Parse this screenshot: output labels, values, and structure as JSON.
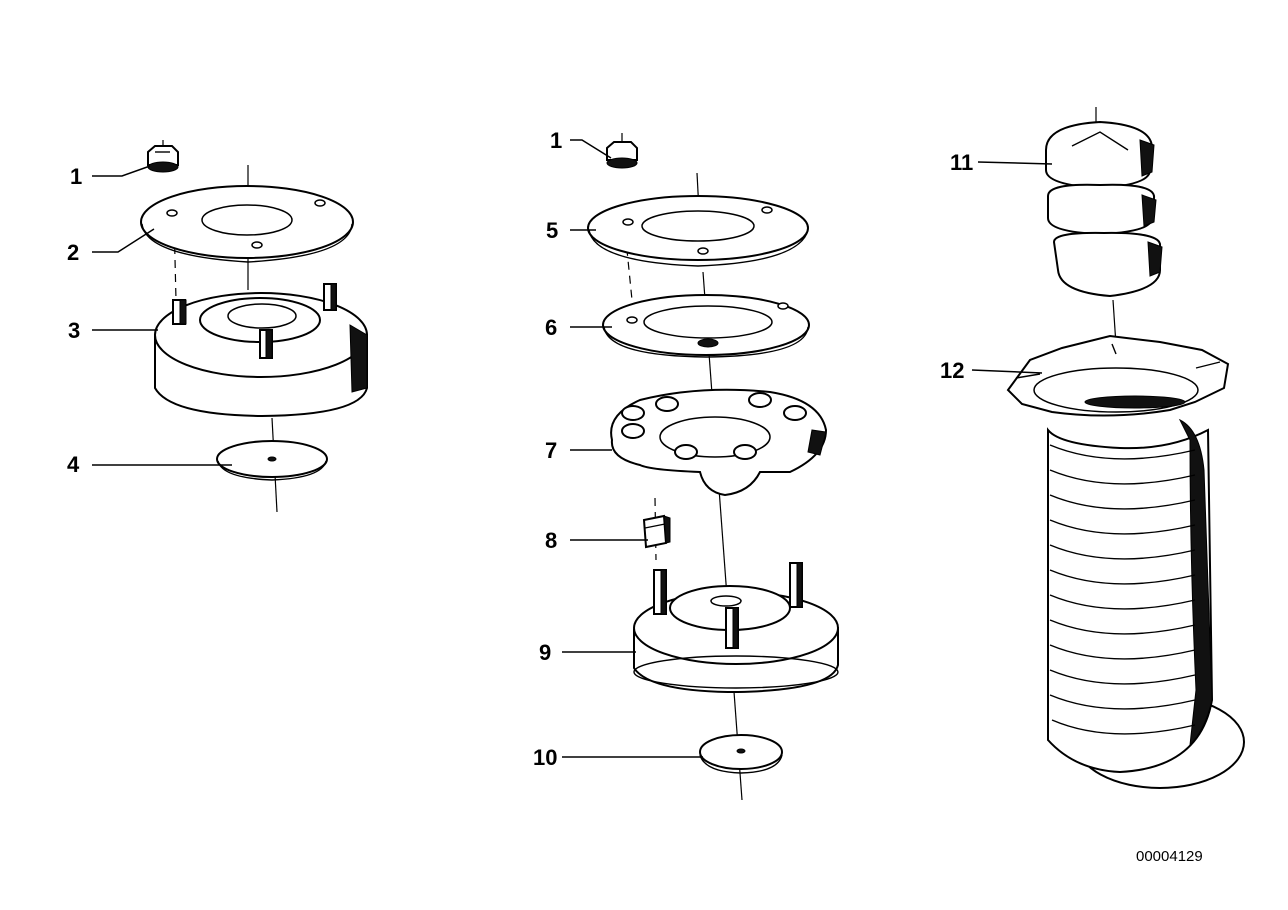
{
  "callouts": {
    "c1a": "1",
    "c2": "2",
    "c3": "3",
    "c4": "4",
    "c1b": "1",
    "c5": "5",
    "c6": "6",
    "c7": "7",
    "c8": "8",
    "c9": "9",
    "c10": "10",
    "c11": "11",
    "c12": "12"
  },
  "document_number": "00004129"
}
